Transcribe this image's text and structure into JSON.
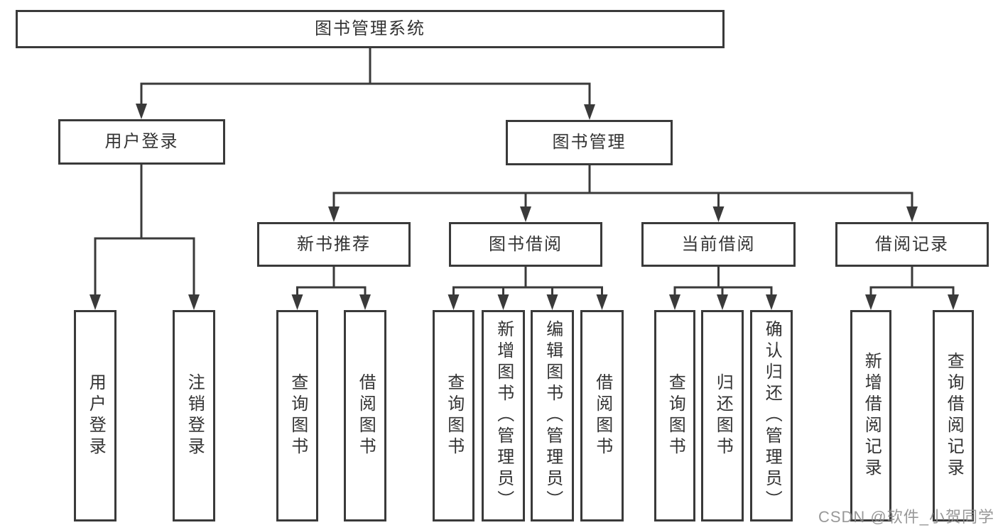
{
  "diagram": {
    "root": {
      "label": "图书管理系统"
    },
    "branches": [
      {
        "label": "用户登录",
        "children": [
          {
            "label": "用户登录"
          },
          {
            "label": "注销登录"
          }
        ]
      },
      {
        "label": "图书管理",
        "children": [
          {
            "label": "新书推荐",
            "children": [
              {
                "label": "查询图书"
              },
              {
                "label": "借阅图书"
              }
            ]
          },
          {
            "label": "图书借阅",
            "children": [
              {
                "label": "查询图书"
              },
              {
                "label": "新增图书（管理员）"
              },
              {
                "label": "编辑图书（管理员）"
              },
              {
                "label": "借阅图书"
              }
            ]
          },
          {
            "label": "当前借阅",
            "children": [
              {
                "label": "查询图书"
              },
              {
                "label": "归还图书"
              },
              {
                "label": "确认归还（管理员）"
              }
            ]
          },
          {
            "label": "借阅记录",
            "children": [
              {
                "label": "新增借阅记录"
              },
              {
                "label": "查询借阅记录"
              }
            ]
          }
        ]
      }
    ]
  },
  "watermark": "CSDN @软件_小贺同学",
  "colors": {
    "line": "#3a3a3a",
    "box_border": "#3a3a3a",
    "box_background": "#ffffff",
    "text": "#333333",
    "watermark": "#8a8a8a",
    "page_background": "#ffffff"
  }
}
